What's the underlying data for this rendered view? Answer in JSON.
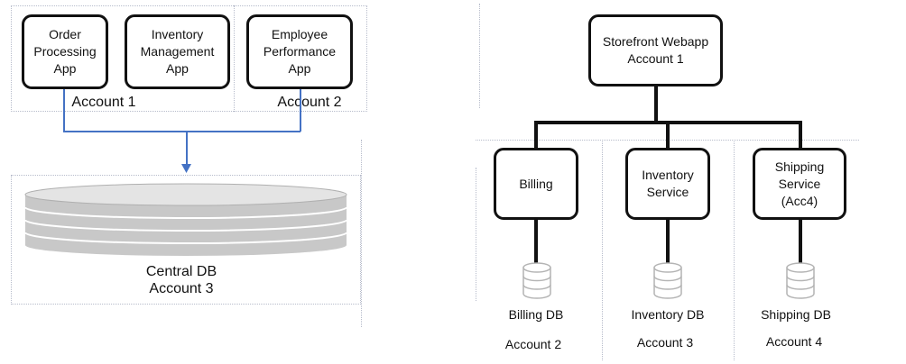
{
  "left_diagram": {
    "apps": [
      {
        "label": "Order\nProcessing\nApp"
      },
      {
        "label": "Inventory\nManagement\nApp"
      },
      {
        "label": "Employee\nPerformance\nApp"
      }
    ],
    "account1_label": "Account 1",
    "account2_label": "Account 2",
    "db_label": "Central DB",
    "db_account_label": "Account 3"
  },
  "right_diagram": {
    "storefront": {
      "label": "Storefront Webapp\nAccount 1"
    },
    "services": [
      {
        "label": "Billing",
        "db": "Billing DB",
        "account": "Account 2"
      },
      {
        "label": "Inventory\nService",
        "db": "Inventory DB",
        "account": "Account 3"
      },
      {
        "label": "Shipping\nService\n(Acc4)",
        "db": "Shipping DB",
        "account": "Account 4"
      }
    ]
  },
  "colors": {
    "arrow": "#4472c4",
    "line": "#111111",
    "dashed_border": "#b7bccb",
    "db_icon": "#b4b4b4"
  },
  "icons": [
    "arrow-down-icon",
    "database-icon"
  ]
}
